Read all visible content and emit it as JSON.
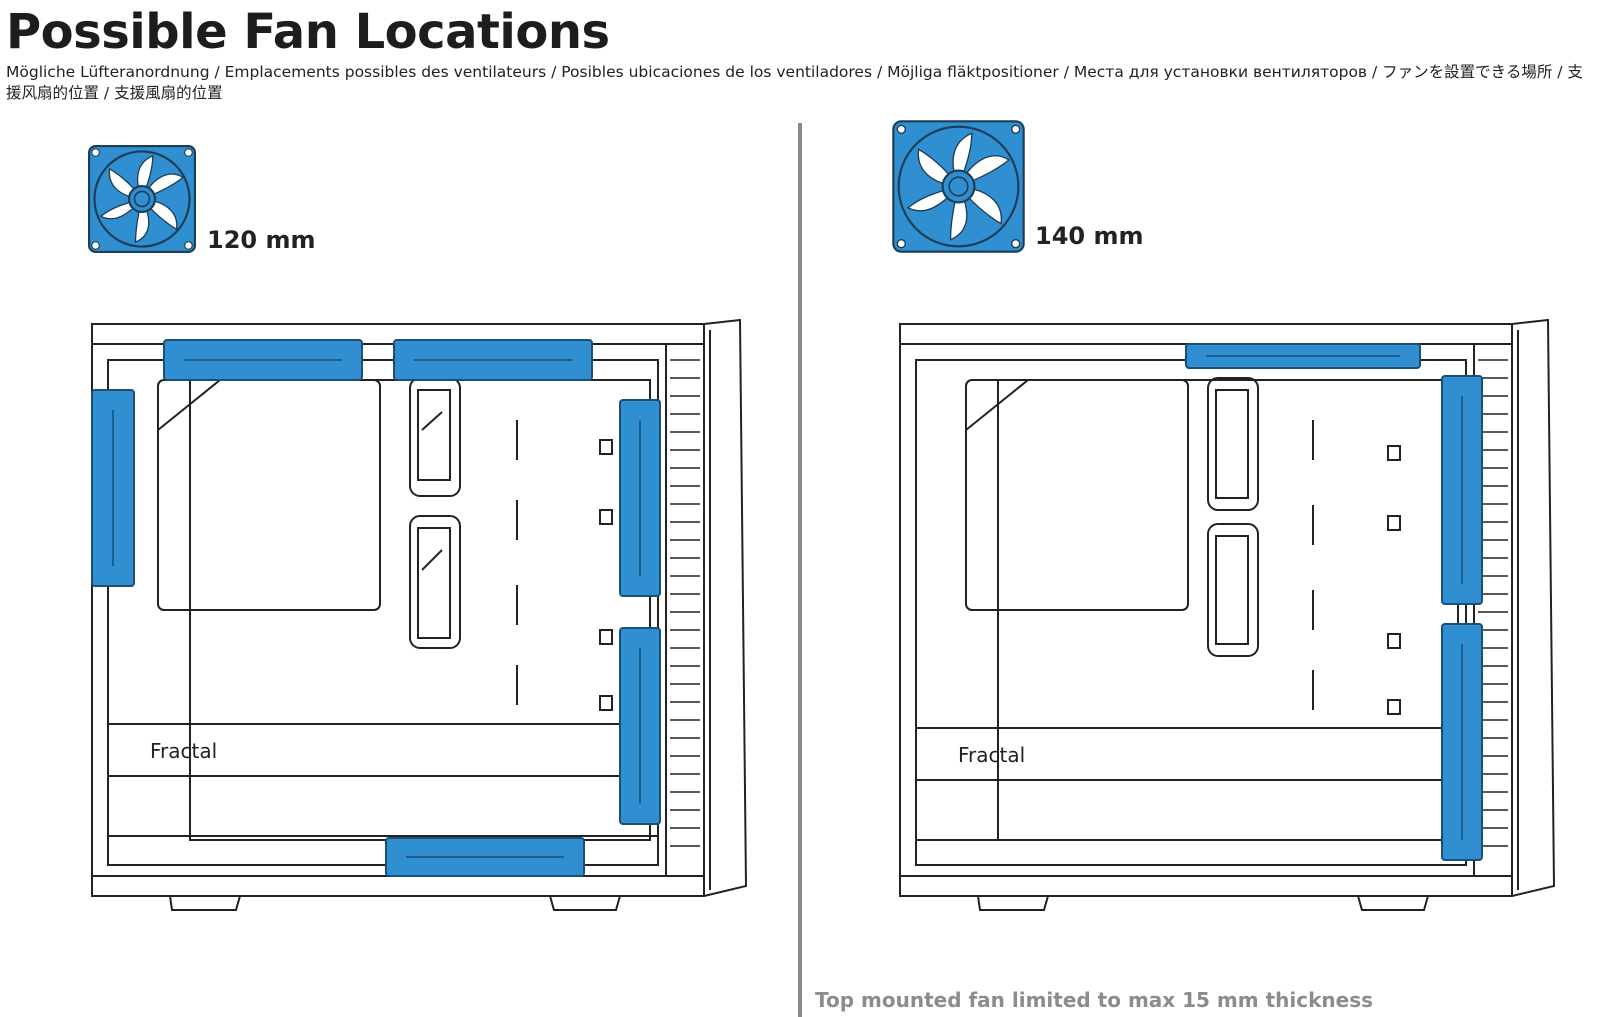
{
  "title": "Possible Fan Locations",
  "subtitle": "Mögliche Lüfteranordnung / Emplacements possibles des ventilateurs / Posibles ubicaciones de los ventiladores / Möjliga fläktpositioner / Места для установки вентиляторов / ファンを設置できる場所 / 支援风扇的位置 / 支援風扇的位置",
  "panels": [
    {
      "fan_size": "120 mm",
      "logo_text": "Fractal"
    },
    {
      "fan_size": "140 mm",
      "logo_text": "Fractal"
    }
  ],
  "note": "Top mounted fan limited to max 15 mm thickness",
  "colors": {
    "fan_blue": "#2f8fd1",
    "fan_blue_dark": "#1d5f8f",
    "line": "#222222",
    "divider": "#8a8a8a",
    "note_gray": "#8c8c8c"
  },
  "icons": [
    "fan-icon"
  ]
}
